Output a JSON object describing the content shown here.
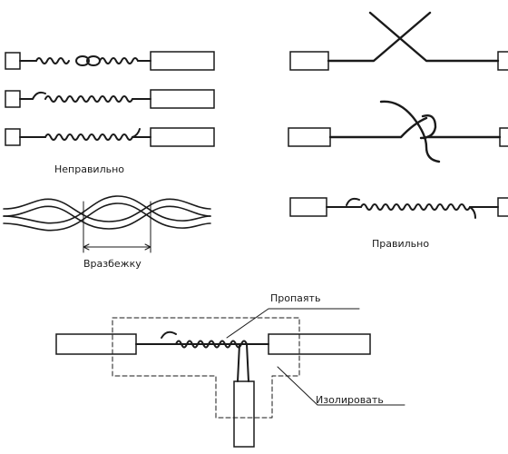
{
  "labels": {
    "wrong": "Неправильно",
    "right": "Правильно",
    "staggered": "Вразбежку",
    "solder": "Пропаять",
    "insulate": "Изолировать"
  }
}
